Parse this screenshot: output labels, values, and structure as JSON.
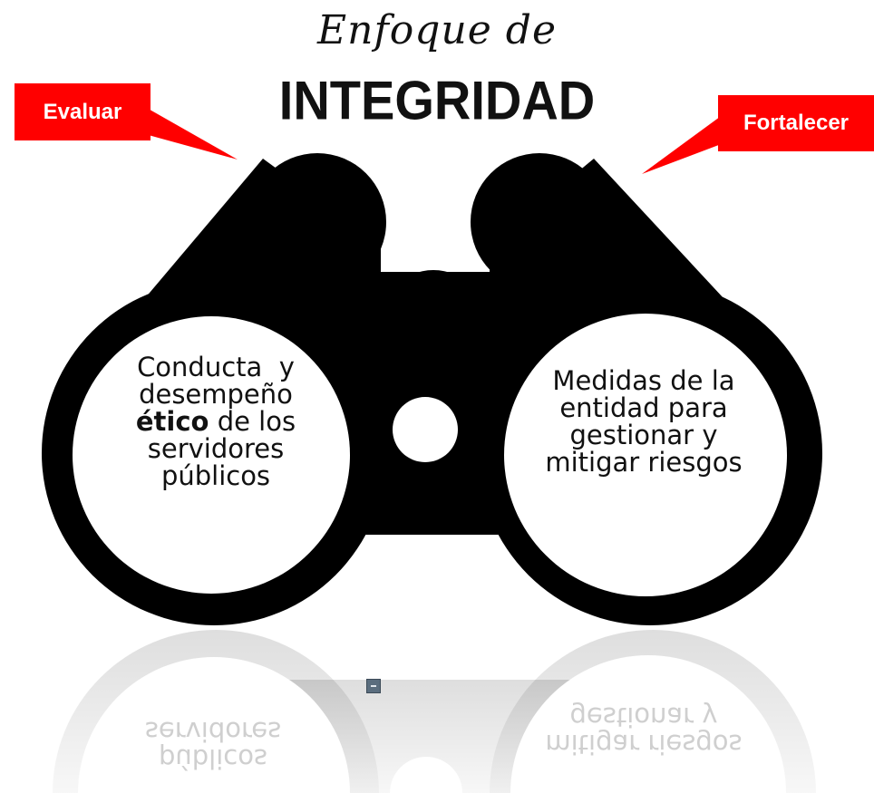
{
  "title": {
    "script": "Enfoque de",
    "main": "INTEGRIDAD"
  },
  "labels": {
    "left": "Evaluar",
    "right": "Fortalecer",
    "color": "#ff0000"
  },
  "lenses": {
    "left": {
      "line1": "Conducta  y",
      "line2": "desempeño",
      "line3_bold": "ético",
      "line3_rest": " de los",
      "line4": "servidores",
      "line5": "públicos"
    },
    "right": {
      "line1": "Medidas de la",
      "line2": "entidad para",
      "line3": "gestionar y",
      "line4": "mitigar riesgos"
    }
  },
  "icons": {
    "binoculars": "binoculars-icon",
    "marker": "small-square-icon"
  }
}
